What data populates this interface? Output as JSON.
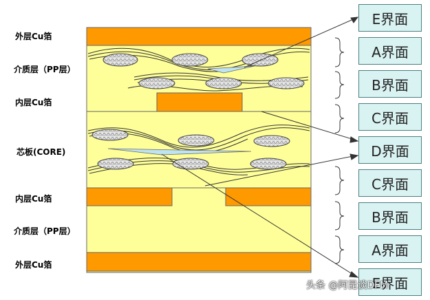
{
  "layer_labels": {
    "outer_top": "外层Cu箔",
    "pp_top": "介质层（PP层）",
    "inner_top": "内层Cu箔",
    "core": "芯板(CORE)",
    "inner_bottom": "内层Cu箔",
    "pp_bottom": "介质层（PP层）",
    "outer_bottom": "外层Cu箔"
  },
  "interface_boxes": [
    "E界面",
    "A界面",
    "B界面",
    "C界面",
    "D界面",
    "C界面",
    "B界面",
    "A界面",
    "E界面"
  ],
  "watermark": "头条 @阿昆谈DFM",
  "colors": {
    "copper": "#ff9900",
    "dielectric": "#ffff99",
    "glass_bundle": "#d8d8d8",
    "interface_box": "#d9f2f2",
    "void": "#bfe3ef"
  }
}
